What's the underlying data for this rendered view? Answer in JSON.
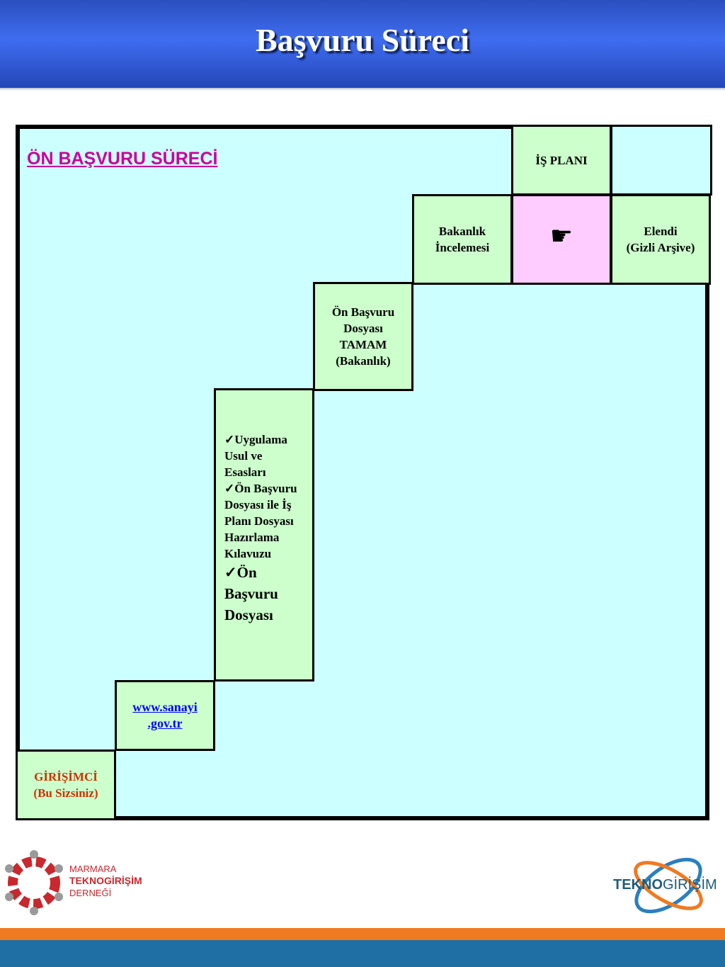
{
  "header": {
    "title": "Başvuru Süreci"
  },
  "section_title": "ÖN BAŞVURU SÜRECİ",
  "cells": {
    "is_plani": "İŞ PLANI",
    "bakanlik": {
      "line1": "Bakanlık",
      "line2": "İncelemesi"
    },
    "elendi": {
      "line1": "Elendi",
      "line2": "(Gizli Arşive)"
    },
    "tamam": {
      "line1": "Ön Başvuru",
      "line2": "Dosyası",
      "line3": "TAMAM",
      "line4": "(Bakanlık)"
    },
    "docs": {
      "item1": "Uygulama Usul ve Esasları",
      "item2": "Ön Başvuru Dosyası ile İş Planı Dosyası Hazırlama Kılavuzu",
      "item3": "Ön Başvuru Dosyası"
    },
    "website": {
      "line1": "www.sanayi",
      "line2": ".gov.tr"
    },
    "girisimci": {
      "line1": "GİRİŞİMCİ",
      "line2": "(Bu Sizsiniz)"
    },
    "pointer_icon": "hand-pointing-right-icon"
  },
  "logos": {
    "left": {
      "line1": "MARMARA",
      "line2": "TEKNOGİRİŞİM",
      "line3": "DERNEĞİ"
    },
    "right": {
      "strong": "TEKNO",
      "rest": "GİRİŞİM"
    }
  },
  "colors": {
    "header": "#3f6df0",
    "box_bg": "#ccffff",
    "cell_bg": "#ccffcc",
    "pink_cell": "#ffccff",
    "section_title": "#cc0099",
    "girisimci": "#cc3300",
    "link": "#0000ff",
    "footer_orange": "#f07a22",
    "footer_blue": "#1f6fa4"
  }
}
